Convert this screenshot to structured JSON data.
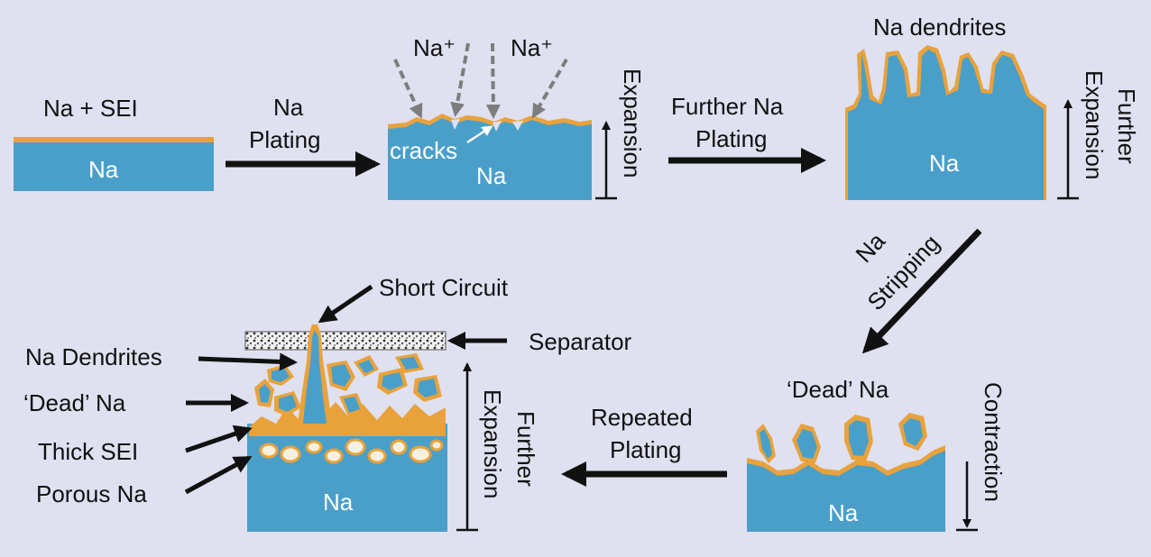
{
  "colors": {
    "background": "#dfe0f0",
    "sodium": "#4a9fc9",
    "sei": "#e9a23b",
    "arrow": "#111111",
    "ion_arrow": "#7d7d7d",
    "text_on_sodium": "#ffffff"
  },
  "panel1": {
    "label": "Na + SEI",
    "metal": "Na"
  },
  "step1": {
    "line1": "Na",
    "line2": "Plating"
  },
  "panel2": {
    "ion_left": "Na⁺",
    "ion_right": "Na⁺",
    "cracks": "cracks",
    "metal": "Na",
    "dimension_label": "Expansion"
  },
  "step2": {
    "line1": "Further Na",
    "line2": "Plating"
  },
  "panel3": {
    "title": "Na dendrites",
    "metal": "Na",
    "dimension_line1": "Further",
    "dimension_line2": "Expansion"
  },
  "step3": {
    "line1": "Na",
    "line2": "Stripping"
  },
  "panel4": {
    "title": "‘Dead’ Na",
    "metal": "Na",
    "dimension_label": "Contraction"
  },
  "step4": {
    "line1": "Repeated",
    "line2": "Plating"
  },
  "panel5": {
    "short_circuit": "Short Circuit",
    "separator": "Separator",
    "dendrites": "Na Dendrites",
    "dead_na": "‘Dead’ Na",
    "thick_sei": "Thick SEI",
    "porous_na": "Porous Na",
    "metal": "Na",
    "dimension_line1": "Further",
    "dimension_line2": "Expansion"
  }
}
